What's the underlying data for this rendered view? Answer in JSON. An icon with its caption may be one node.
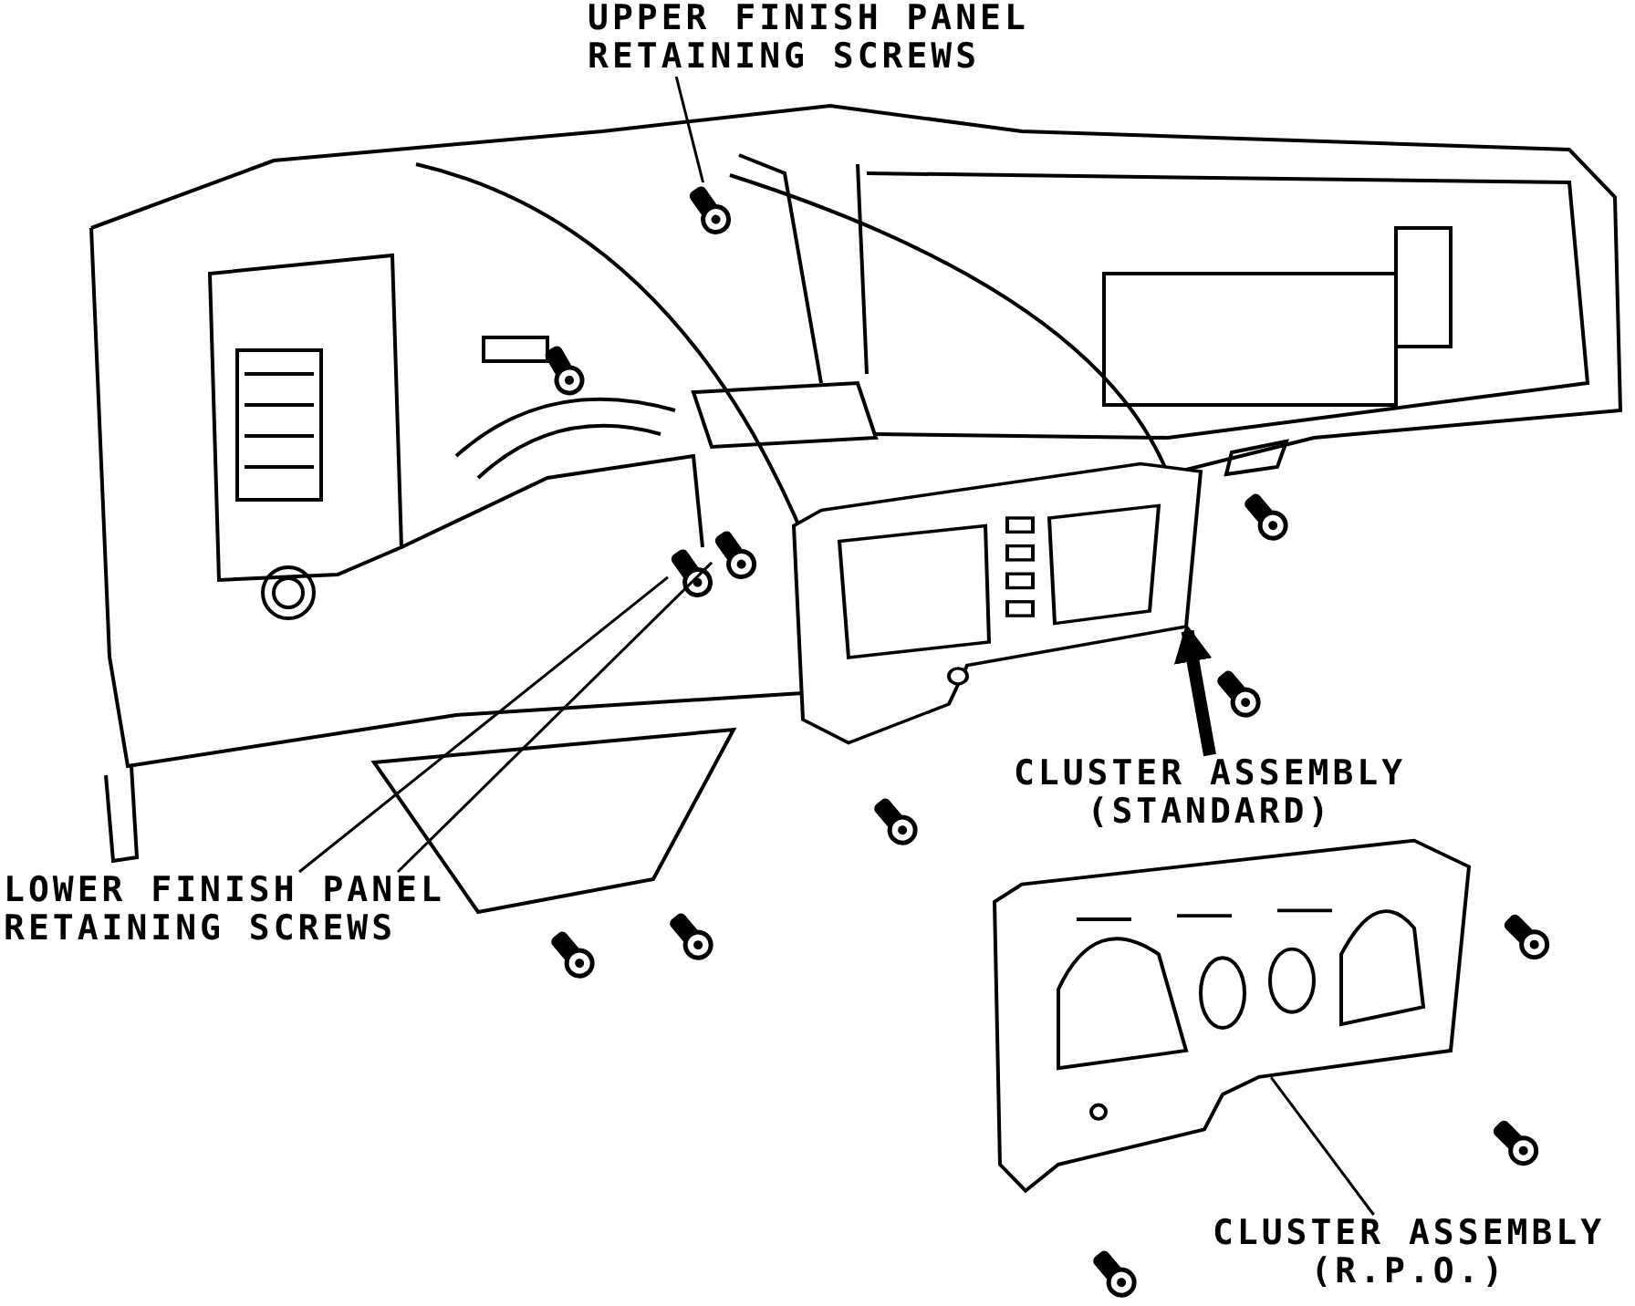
{
  "diagram": {
    "nodes": [
      {
        "text": [
          "UPPER FINISH PANEL RETAINING SCREWS"
        ]
      },
      {
        "text": [],
        "shape": "screw"
      },
      {
        "text": [
          "LOWER FINISH PANEL RETAINING SCREWS"
        ]
      },
      {
        "text": [],
        "shape": "screw"
      },
      {
        "text": [],
        "shape": "screw"
      },
      {
        "text": [
          "CLUSTER ASSEMBLY (STANDARD)"
        ]
      },
      {
        "text": [],
        "shape": "picture"
      },
      {
        "text": [
          "CLUSTER ASSEMBLY (R.P.O.)"
        ]
      },
      {
        "text": [],
        "shape": "picture"
      }
    ],
    "edges": [
      {
        "from": 0,
        "to": 1,
        "arrow": "none"
      },
      {
        "from": 2,
        "to": 3,
        "arrow": "none"
      },
      {
        "from": 2,
        "to": 4,
        "arrow": "none"
      },
      {
        "from": 5,
        "to": 6,
        "arrow": "to",
        "style": "thick"
      },
      {
        "from": 7,
        "to": 8,
        "arrow": "none"
      }
    ]
  }
}
